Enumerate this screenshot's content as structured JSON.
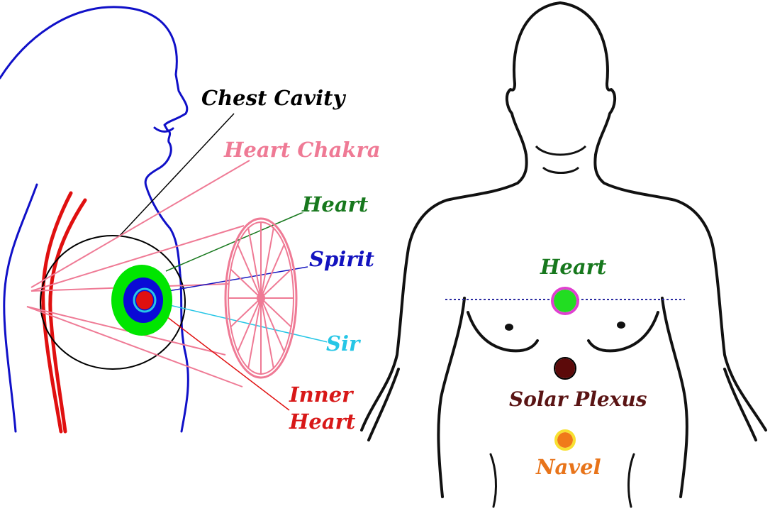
{
  "left_panel": {
    "labels": {
      "chest_cavity": "Chest Cavity",
      "heart_chakra": "Heart Chakra",
      "heart": "Heart",
      "spirit": "Spirit",
      "sir": "Sir",
      "inner_heart_line1": "Inner",
      "inner_heart_line2": "Heart"
    }
  },
  "right_panel": {
    "labels": {
      "heart": "Heart",
      "solar_plexus": "Solar Plexus",
      "navel": "Navel"
    }
  },
  "colors": {
    "profile_outline": "#1010c8",
    "spine": "#e01010",
    "chest_cavity": "#000000",
    "heart_chakra": "#ef7a95",
    "heart": "#17781d",
    "heart_ring": "#00e600",
    "spirit": "#1313bf",
    "spirit_ring": "#0a0ad6",
    "sir": "#26c6e6",
    "inner_heart": "#e01010",
    "inner_heart_label": "#d81818",
    "torso_outline": "#111111",
    "front_heart_fill": "#22dd22",
    "front_heart_ring": "#e040d0",
    "solar_plexus_fill": "#5c0a0a",
    "solar_plexus_label": "#5a1414",
    "navel_fill": "#f07a1a",
    "navel_ring": "#f8e030",
    "navel_label": "#e8741a",
    "chest_line": "#2a2aa0"
  }
}
